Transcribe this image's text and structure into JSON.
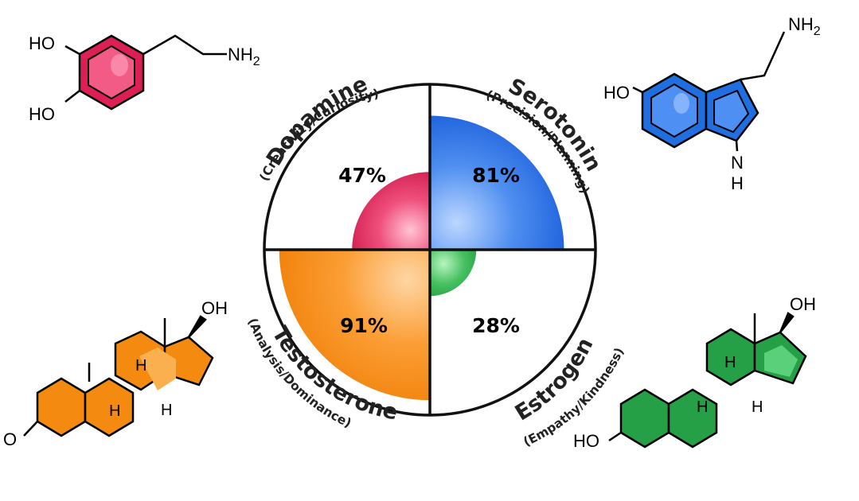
{
  "colors": {
    "dopamine": "#dc1f55",
    "serotonin": "#1f6fe0",
    "testosterone": "#f58a10",
    "estrogen": "#26a046"
  },
  "quadrants": [
    {
      "key": "dopamine",
      "name": "Dopamine",
      "subtitle": "(Creativity/Curiosity)",
      "percent_label": "47%",
      "value": 47
    },
    {
      "key": "serotonin",
      "name": "Serotonin",
      "subtitle": "(Precision/Planning)",
      "percent_label": "81%",
      "value": 81
    },
    {
      "key": "testosterone",
      "name": "Testosterone",
      "subtitle": "(Analysis/Dominance)",
      "percent_label": "91%",
      "value": 91
    },
    {
      "key": "estrogen",
      "name": "Estrogen",
      "subtitle": "(Empathy/Kindness)",
      "percent_label": "28%",
      "value": 28
    }
  ],
  "molecules": {
    "dopamine": {
      "ho_top": "HO",
      "ho_bottom": "HO",
      "nh2": "NH",
      "nh2_sub": "2"
    },
    "serotonin": {
      "ho": "HO",
      "nh2": "NH",
      "nh2_sub": "2",
      "n": "N",
      "h": "H"
    },
    "testosterone": {
      "oh": "OH",
      "o": "O",
      "h1": "H",
      "h2": "H",
      "h3": "H"
    },
    "estrogen": {
      "oh": "OH",
      "ho": "HO",
      "h1": "H",
      "h2": "H",
      "h3": "H"
    }
  }
}
